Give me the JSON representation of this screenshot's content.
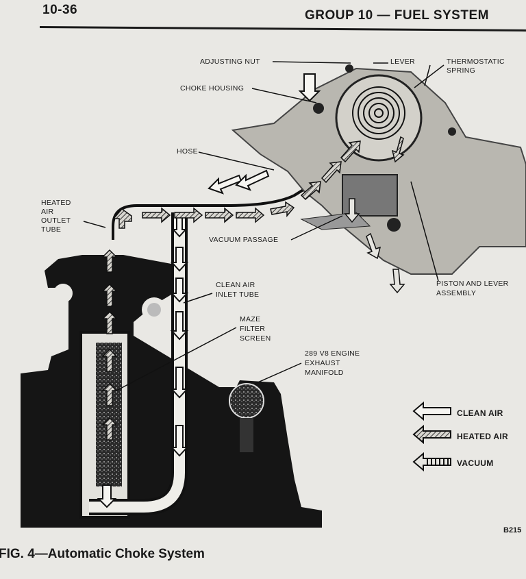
{
  "header": {
    "page_number": "10-36",
    "group_title": "GROUP 10 — FUEL SYSTEM"
  },
  "labels": {
    "adjusting_nut": "ADJUSTING NUT",
    "lever": "LEVER",
    "thermostatic_spring_1": "THERMOSTATIC",
    "thermostatic_spring_2": "SPRING",
    "choke_housing": "CHOKE HOUSING",
    "hose": "HOSE",
    "heated_air_outlet_tube_1": "HEATED",
    "heated_air_outlet_tube_2": "AIR",
    "heated_air_outlet_tube_3": "OUTLET",
    "heated_air_outlet_tube_4": "TUBE",
    "vacuum_passage": "VACUUM PASSAGE",
    "clean_air_inlet_tube_1": "CLEAN AIR",
    "clean_air_inlet_tube_2": "INLET TUBE",
    "maze_filter_screen_1": "MAZE",
    "maze_filter_screen_2": "FILTER",
    "maze_filter_screen_3": "SCREEN",
    "exhaust_manifold_1": "289 V8 ENGINE",
    "exhaust_manifold_2": "EXHAUST",
    "exhaust_manifold_3": "MANIFOLD",
    "piston_lever_1": "PISTON AND LEVER",
    "piston_lever_2": "ASSEMBLY"
  },
  "legend": {
    "clean_air": "CLEAN AIR",
    "heated_air": "HEATED AIR",
    "vacuum": "VACUUM"
  },
  "figure_code": "B215",
  "caption": "FIG. 4—Automatic Choke System"
}
